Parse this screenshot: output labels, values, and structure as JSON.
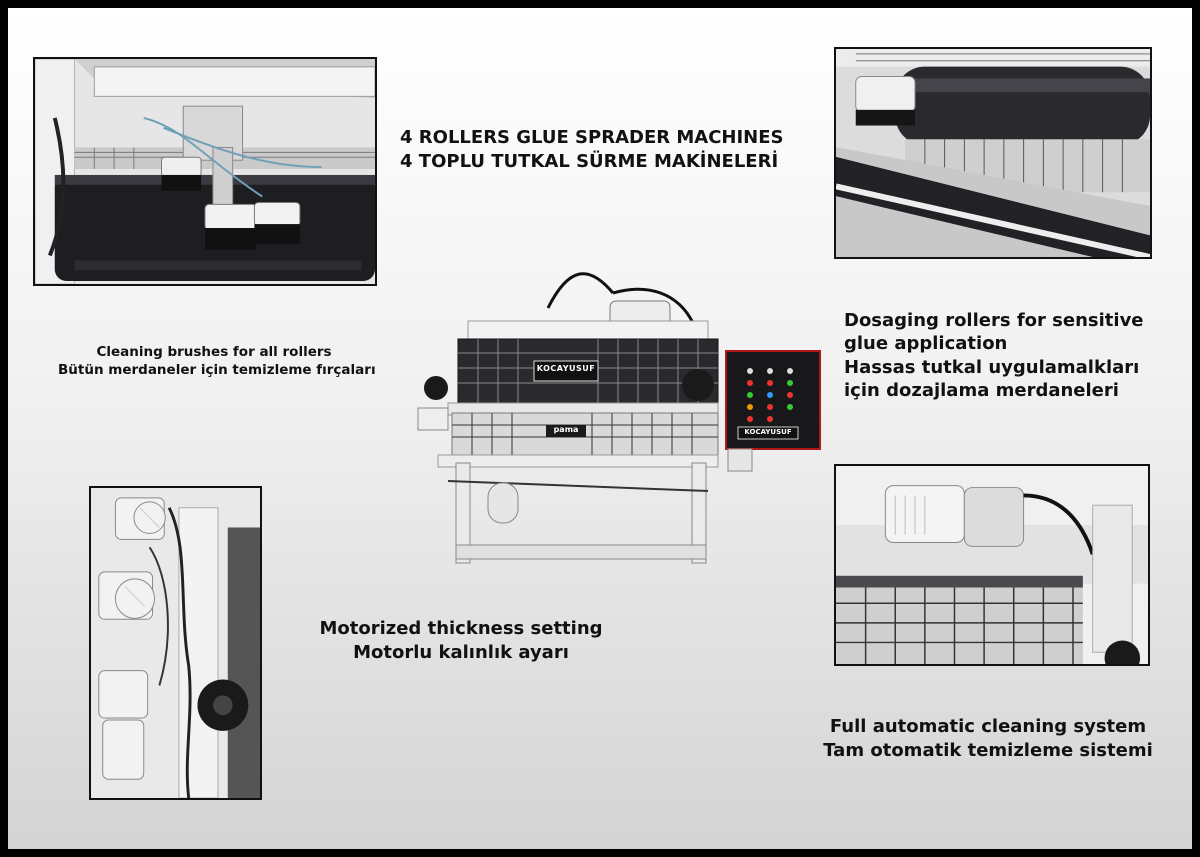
{
  "headline": {
    "line1": "4 ROLLERS GLUE SPRADER MACHINES",
    "line2": "4 TOPLU TUTKAL SÜRME MAKİNELERİ"
  },
  "captions": {
    "cleaning_brushes": {
      "en": "Cleaning brushes for all rollers",
      "tr": "Bütün merdaneler için temizleme fırçaları"
    },
    "dosaging_rollers": {
      "en_line1": "Dosaging rollers for sensitive",
      "en_line2": "glue application",
      "tr_line1": "Hassas tutkal uygulamalkları",
      "tr_line2": "için dozajlama merdaneleri"
    },
    "thickness_setting": {
      "en": "Motorized thickness setting",
      "tr": "Motorlu kalınlık ayarı"
    },
    "auto_cleaning": {
      "en": "Full automatic cleaning system",
      "tr": "Tam otomatik temizleme sistemi"
    }
  },
  "machine": {
    "brand_label": "KOCAYUSUF",
    "plate_label": "pama",
    "panel_label": "KOCAYUSUF"
  },
  "colors": {
    "background_top": "#ffffff",
    "background_bottom": "#d4d4d4",
    "frame": "#000000",
    "roller": "#1e1e22",
    "panel": "#18181b",
    "panel_border": "#b01818"
  }
}
